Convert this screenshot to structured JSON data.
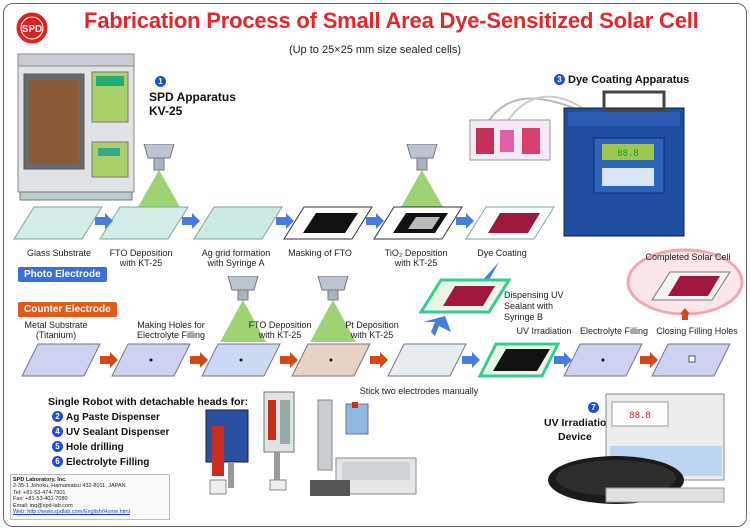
{
  "header": {
    "title": "Fabrication Process of Small Area Dye-Sensitized Solar Cell",
    "subtitle": "(Up to  25×25 mm size sealed cells)",
    "logo_text": "SPD"
  },
  "apparatus": {
    "spd": {
      "num": "1",
      "line1": "SPD Apparatus",
      "line2": "KV-25"
    },
    "dye": {
      "num": "3",
      "label": "Dye Coating Apparatus"
    },
    "uv": {
      "num": "7",
      "line1": "UV Irradiation",
      "line2": "Device"
    }
  },
  "photo_electrode": {
    "tag": "Photo Electrode",
    "steps": [
      {
        "l1": "Glass Substrate",
        "l2": ""
      },
      {
        "l1": "FTO Deposition",
        "l2": "with KT-25"
      },
      {
        "l1": "Ag grid formation",
        "l2": "with Syringe A"
      },
      {
        "l1": "Masking of FTO",
        "l2": ""
      },
      {
        "l1": "TiO₂ Deposition",
        "l2": "with KT-25"
      },
      {
        "l1": "Dye Coating",
        "l2": ""
      }
    ]
  },
  "counter_electrode": {
    "tag": "Counter Electrode",
    "steps": [
      {
        "l1": "Metal Substrate",
        "l2": "(Titanium)"
      },
      {
        "l1": "Making Holes for",
        "l2": "Electrolyte Filling"
      },
      {
        "l1": "FTO Deposition",
        "l2": "with KT-25"
      },
      {
        "l1": "Pt Deposition",
        "l2": "with KT-25"
      }
    ]
  },
  "assembly": {
    "uv_sealant": [
      "Dispensing UV",
      "Sealant with",
      "Syringe B"
    ],
    "uv_irradiation": "UV Irradiation",
    "electrolyte_filling": "Electrolyte Filling",
    "closing_holes": "Closing Filling Holes",
    "stick": "Stick two electrodes manually",
    "completed": "Completed Solar Cell"
  },
  "robot": {
    "heading": "Single Robot  with detachable heads  for:",
    "items": [
      {
        "num": "2",
        "label": "Ag Paste Dispenser"
      },
      {
        "num": "4",
        "label": "UV Sealant Dispenser"
      },
      {
        "num": "5",
        "label": "Hole drilling"
      },
      {
        "num": "6",
        "label": "Electrolyte Filling"
      }
    ]
  },
  "display": {
    "dye_panel": "88.8",
    "uv_panel": "88.8"
  },
  "contact": {
    "company": "SPD Laboratory, Inc.",
    "address": "2-35-1 Johoku, Hamamatsu 432-8011, JAPAN",
    "tel": "Tel:      +81-53-474-7901",
    "fax": "Fax:     +81-53-401-7080",
    "email": "Email:  inq@spd-lab.com",
    "web": "Web:    http://www.spdlab.com/English/Home.html"
  },
  "colors": {
    "title": "#e0282c",
    "accent_blue": "#1f4fcf",
    "photo_tag": "#3a6fd8",
    "counter_tag": "#e05a1a",
    "arrow_blue": "#4a7be0",
    "arrow_red": "#d24a1a",
    "dye_red": "#a0173e"
  }
}
